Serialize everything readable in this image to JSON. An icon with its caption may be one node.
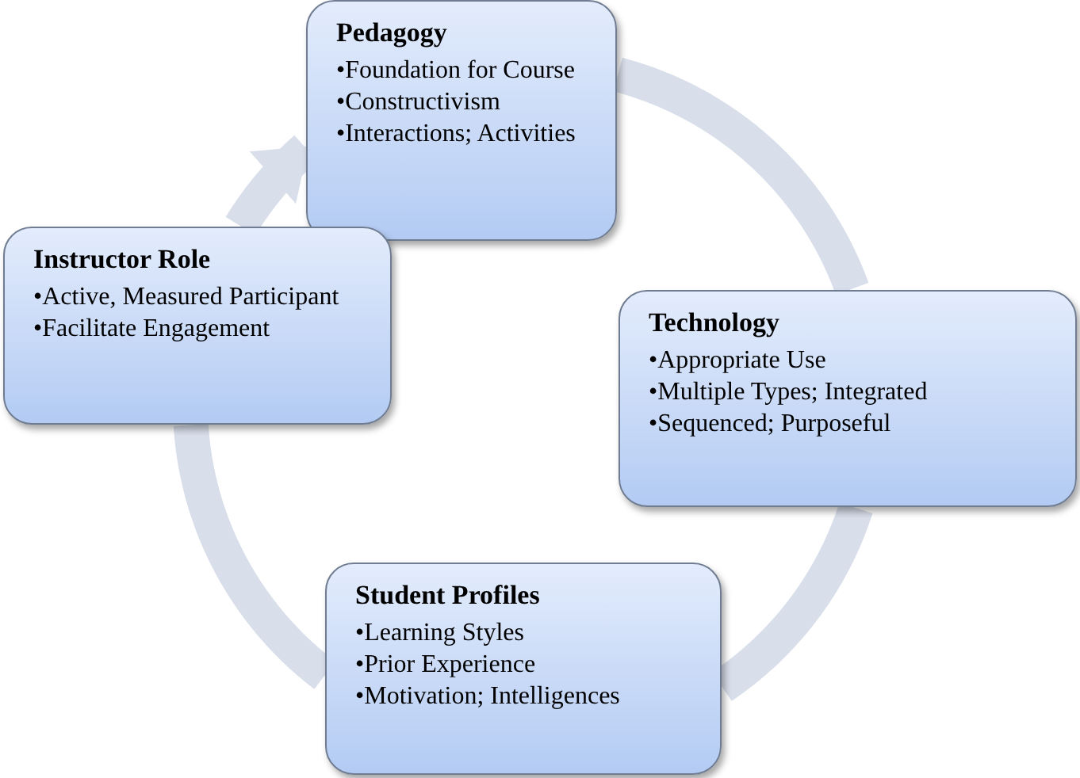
{
  "diagram": {
    "nodes": [
      {
        "text": [
          "Pedagogy",
          "•Foundation for Course",
          "•Constructivism",
          "•Interactions; Activities"
        ]
      },
      {
        "text": [
          "Technology",
          "•Appropriate Use",
          "•Multiple Types; Integrated",
          "•Sequenced; Purposeful"
        ]
      },
      {
        "text": [
          "Student Profiles",
          "•Learning Styles",
          "•Prior Experience",
          "•Motivation; Intelligences"
        ]
      },
      {
        "text": [
          "Instructor Role",
          "•Active, Measured Participant",
          "•Facilitate Engagement"
        ]
      }
    ],
    "edges": [
      {
        "from": 0,
        "to": 1,
        "arrow": "none"
      },
      {
        "from": 1,
        "to": 2,
        "arrow": "none"
      },
      {
        "from": 2,
        "to": 3,
        "arrow": "none"
      },
      {
        "from": 3,
        "to": 0,
        "arrow": "to"
      }
    ]
  }
}
